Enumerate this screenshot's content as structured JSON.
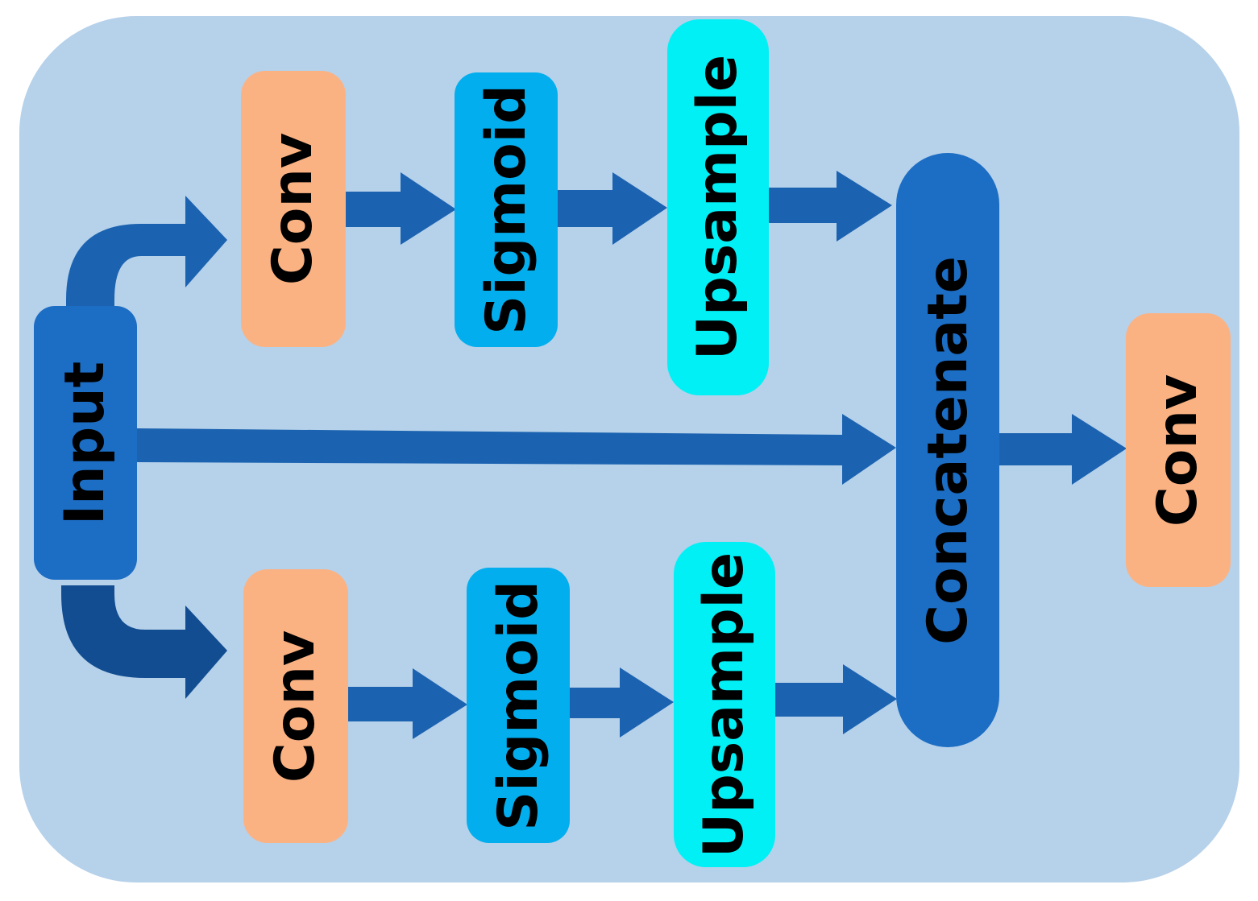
{
  "colors": {
    "background_panel": "#b6d1ea",
    "input_fill": "#1c6dc4",
    "conv_fill": "#fbb283",
    "sigmoid_fill": "#02aeee",
    "upsample_fill": "#00f0f6",
    "concatenate_fill": "#1c6dc4",
    "arrow_fill": "#1b63b0",
    "curved_arrow_bottom_fill": "#124d91"
  },
  "nodes": {
    "input": {
      "label": "Input",
      "role": "input",
      "icon": "rounded-rect"
    },
    "conv_top": {
      "label": "Conv",
      "role": "conv",
      "icon": "rounded-rect"
    },
    "sigmoid_top": {
      "label": "Sigmoid",
      "role": "sigmoid",
      "icon": "rounded-rect"
    },
    "upsample_top": {
      "label": "Upsample",
      "role": "upsample",
      "icon": "rounded-rect"
    },
    "conv_bottom": {
      "label": "Conv",
      "role": "conv",
      "icon": "rounded-rect"
    },
    "sigmoid_bottom": {
      "label": "Sigmoid",
      "role": "sigmoid",
      "icon": "rounded-rect"
    },
    "upsample_bottom": {
      "label": "Upsample",
      "role": "upsample",
      "icon": "rounded-rect"
    },
    "concatenate": {
      "label": "Concatenate",
      "role": "concatenate",
      "icon": "pill"
    },
    "conv_output": {
      "label": "Conv",
      "role": "conv",
      "icon": "rounded-rect"
    }
  },
  "edges": [
    {
      "from": "input",
      "to": "conv_top",
      "style": "curved"
    },
    {
      "from": "conv_top",
      "to": "sigmoid_top",
      "style": "straight"
    },
    {
      "from": "sigmoid_top",
      "to": "upsample_top",
      "style": "straight"
    },
    {
      "from": "upsample_top",
      "to": "concatenate",
      "style": "straight"
    },
    {
      "from": "input",
      "to": "concatenate",
      "style": "straight"
    },
    {
      "from": "input",
      "to": "conv_bottom",
      "style": "curved"
    },
    {
      "from": "conv_bottom",
      "to": "sigmoid_bottom",
      "style": "straight"
    },
    {
      "from": "sigmoid_bottom",
      "to": "upsample_bottom",
      "style": "straight"
    },
    {
      "from": "upsample_bottom",
      "to": "concatenate",
      "style": "straight"
    },
    {
      "from": "concatenate",
      "to": "conv_output",
      "style": "straight"
    }
  ]
}
